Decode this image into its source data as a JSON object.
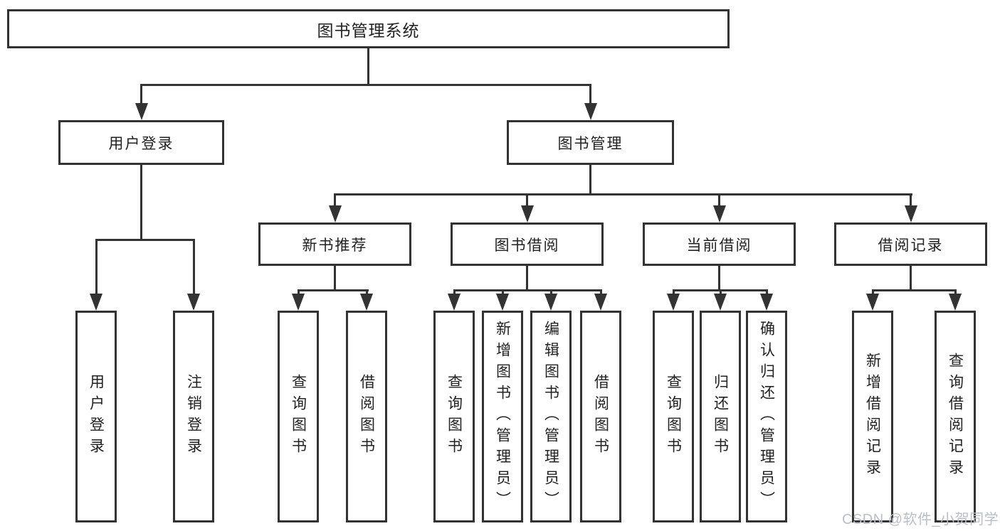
{
  "tree": {
    "label": "图书管理系统",
    "children": [
      {
        "label": "用户登录",
        "children": [
          {
            "label": "用户登录"
          },
          {
            "label": "注销登录"
          }
        ]
      },
      {
        "label": "图书管理",
        "children": [
          {
            "label": "新书推荐",
            "children": [
              {
                "label": "查询图书"
              },
              {
                "label": "借阅图书"
              }
            ]
          },
          {
            "label": "图书借阅",
            "children": [
              {
                "label": "查询图书"
              },
              {
                "label": "新增图书（管理员）"
              },
              {
                "label": "编辑图书（管理员）"
              },
              {
                "label": "借阅图书"
              }
            ]
          },
          {
            "label": "当前借阅",
            "children": [
              {
                "label": "查询图书"
              },
              {
                "label": "归还图书"
              },
              {
                "label": "确认归还（管理员）"
              }
            ]
          },
          {
            "label": "借阅记录",
            "children": [
              {
                "label": "新增借阅记录"
              },
              {
                "label": "查询借阅记录"
              }
            ]
          }
        ]
      }
    ]
  },
  "watermark": {
    "text": "CSDN @软件_小贺同学"
  },
  "colors": {
    "line": "#333333",
    "text": "#222222",
    "box_fill": "#ffffff",
    "watermark": "#b9bec7"
  }
}
